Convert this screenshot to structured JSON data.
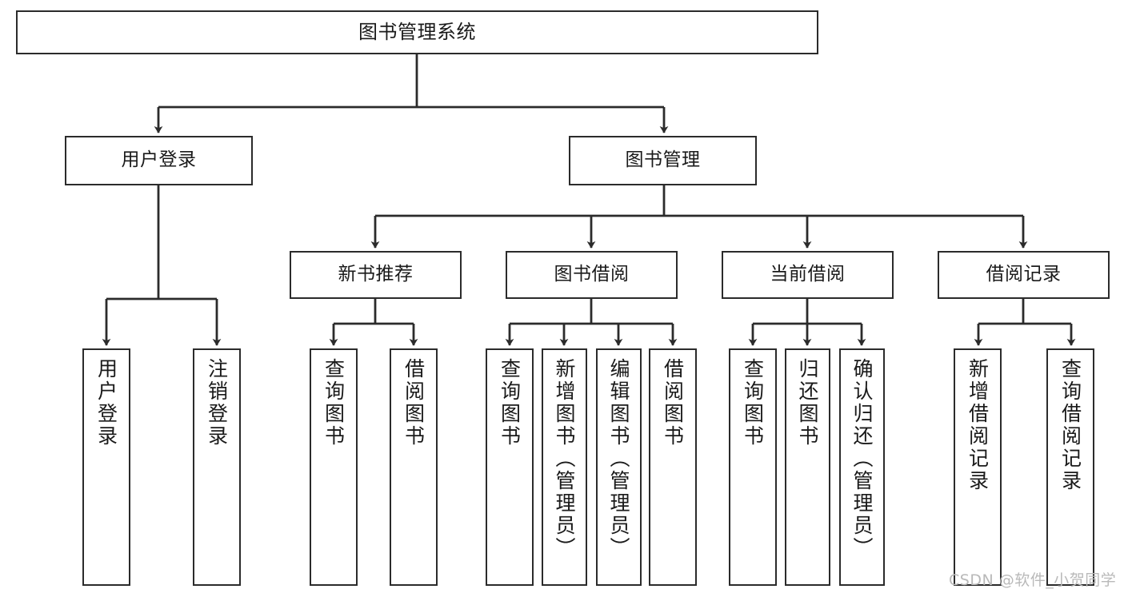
{
  "diagram": {
    "title": "图书管理系统",
    "type": "tree-hierarchy",
    "watermark": "CSDN @软件_小贺同学",
    "style": {
      "box_border_color": "#2b2b2b",
      "box_fill_color": "#ffffff",
      "line_color": "#2b2b2b",
      "text_color": "#1a1a1a",
      "background": "#ffffff"
    }
  },
  "nodes": {
    "root": {
      "label": "图书管理系统"
    },
    "level2": [
      {
        "id": "user-login",
        "label": "用户登录"
      },
      {
        "id": "book-manage",
        "label": "图书管理"
      }
    ],
    "level3": [
      {
        "id": "new-book-recommend",
        "label": "新书推荐"
      },
      {
        "id": "book-borrow",
        "label": "图书借阅"
      },
      {
        "id": "current-borrow",
        "label": "当前借阅"
      },
      {
        "id": "borrow-record",
        "label": "借阅记录"
      }
    ],
    "leaves": {
      "user-login": [
        {
          "id": "leaf-user-login",
          "label": "用户登录"
        },
        {
          "id": "leaf-logout-login",
          "label": "注销登录"
        }
      ],
      "new-book-recommend": [
        {
          "id": "leaf-query-book-1",
          "label": "查询图书"
        },
        {
          "id": "leaf-borrow-book-1",
          "label": "借阅图书"
        }
      ],
      "book-borrow": [
        {
          "id": "leaf-query-book-2",
          "label": "查询图书"
        },
        {
          "id": "leaf-add-book-admin",
          "label": "新增图书（管理员）"
        },
        {
          "id": "leaf-edit-book-admin",
          "label": "编辑图书（管理员）"
        },
        {
          "id": "leaf-borrow-book-2",
          "label": "借阅图书"
        }
      ],
      "current-borrow": [
        {
          "id": "leaf-query-book-3",
          "label": "查询图书"
        },
        {
          "id": "leaf-return-book",
          "label": "归还图书"
        },
        {
          "id": "leaf-confirm-return-admin",
          "label": "确认归还（管理员）"
        }
      ],
      "borrow-record": [
        {
          "id": "leaf-add-borrow-record",
          "label": "新增借阅记录"
        },
        {
          "id": "leaf-query-borrow-record",
          "label": "查询借阅记录"
        }
      ]
    }
  }
}
